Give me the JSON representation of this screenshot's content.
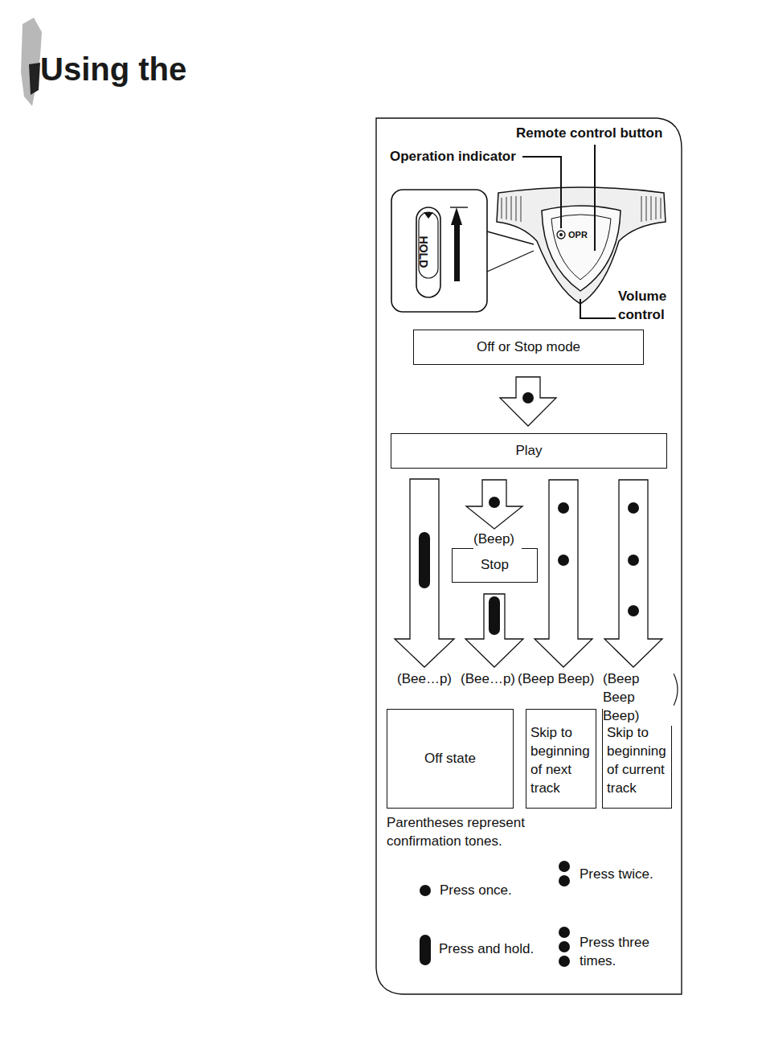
{
  "diagram": {
    "nodes": [
      {
        "text": [
          "Off or Stop mode"
        ]
      },
      {
        "text": [
          "Play"
        ]
      },
      {
        "text": [
          "Stop"
        ]
      },
      {
        "text": [
          "Off state"
        ]
      },
      {
        "text": [
          "Skip to beginning of next track"
        ]
      },
      {
        "text": [
          "Skip to beginning of current track"
        ]
      }
    ],
    "edges": [
      {
        "from": 0,
        "to": 1,
        "arrow": "to"
      },
      {
        "from": 1,
        "to": 3,
        "arrow": "to",
        "label": "(Bee…p)"
      },
      {
        "from": 1,
        "to": 2,
        "arrow": "to",
        "label": "(Beep)"
      },
      {
        "from": 2,
        "to": 3,
        "arrow": "to",
        "label": "(Bee…p)"
      },
      {
        "from": 1,
        "to": 4,
        "arrow": "to",
        "label": "(Beep Beep)"
      },
      {
        "from": 1,
        "to": 5,
        "arrow": "to",
        "label": "(Beep Beep Beep)"
      }
    ],
    "labels": [
      "Using the",
      "Remote control button",
      "Operation indicator",
      "OPR",
      "HOLD",
      "Volume control",
      "Parentheses represent confirmation tones."
    ],
    "legend": [
      {
        "text": "Press once."
      },
      {
        "text": "Press twice."
      },
      {
        "text": "Press and hold."
      },
      {
        "text": "Press three times."
      }
    ]
  }
}
